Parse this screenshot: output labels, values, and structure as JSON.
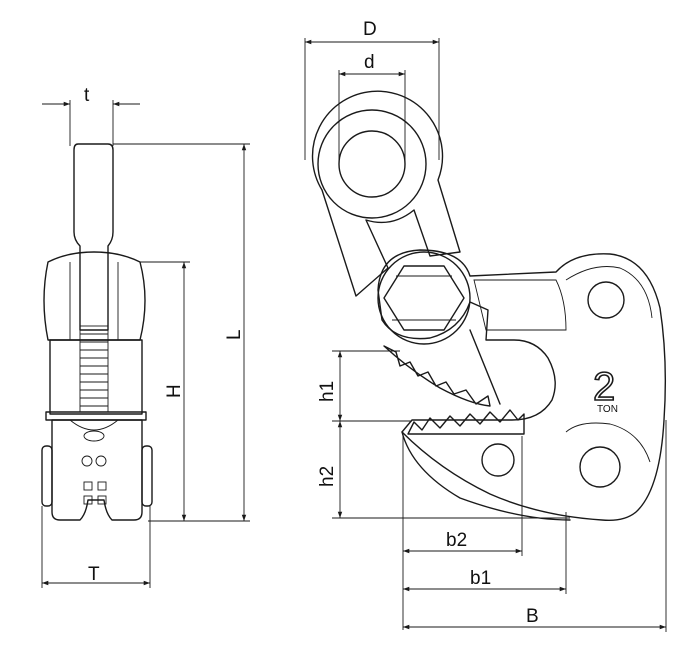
{
  "dimensions": {
    "t": "t",
    "L": "L",
    "H": "H",
    "T": "T",
    "D": "D",
    "d": "d",
    "h1": "h1",
    "h2": "h2",
    "b2": "b2",
    "b1": "b1",
    "B": "B"
  },
  "capacity_mark": {
    "number": "2",
    "unit": "TON"
  }
}
